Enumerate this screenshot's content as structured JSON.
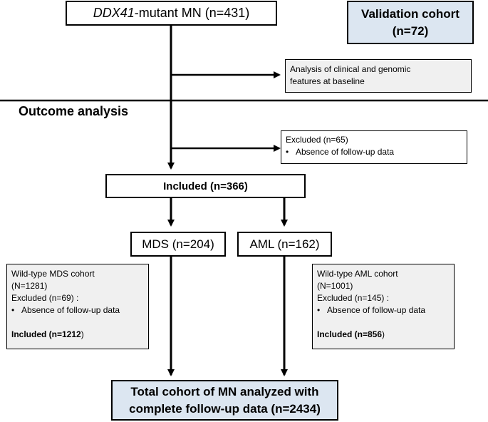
{
  "top_box": {
    "gene": "DDX41",
    "rest": "-mutant MN (n=431)"
  },
  "validation": {
    "line1": "Validation cohort",
    "line2": "(n=72)"
  },
  "baseline_box": {
    "line1": "Analysis of clinical and genomic",
    "line2": "features at baseline"
  },
  "outcome_title": "Outcome analysis",
  "excluded_box": {
    "line1": "Excluded (n=65)",
    "bullet": "•",
    "line2": "Absence of follow-up data"
  },
  "included_box": "Included (n=366)",
  "mds_box": "MDS (n=204)",
  "aml_box": "AML (n=162)",
  "wt_mds": {
    "line1": "Wild-type MDS cohort",
    "line2": "(N=1281)",
    "line3": "Excluded (n=69) :",
    "bullet": "•",
    "line4": "Absence of follow-up data",
    "included_label": "Included (n=1212",
    "included_close": ")"
  },
  "wt_aml": {
    "line1": "Wild-type AML cohort",
    "line2": "(N=1001)",
    "line3": "Excluded (n=145) :",
    "bullet": "•",
    "line4": "Absence of follow-up data",
    "included_label": "Included (n=856",
    "included_close": ")"
  },
  "total_box": {
    "line1": "Total cohort of MN analyzed with",
    "line2": "complete follow-up data (n=2434)"
  }
}
